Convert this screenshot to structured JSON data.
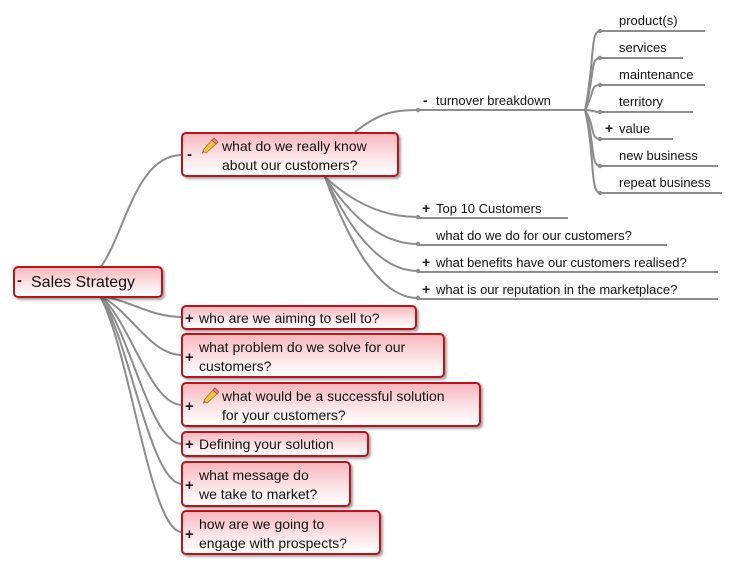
{
  "root": {
    "label": "Sales Strategy",
    "toggle": "-"
  },
  "topics": [
    {
      "id": "customers",
      "label": "what do we really know\nabout our customers?",
      "toggle": "-",
      "icon": "pencil-icon"
    },
    {
      "id": "aiming",
      "label": "who are we aiming to sell to?",
      "toggle": "+"
    },
    {
      "id": "problem",
      "label": "what problem do we solve for our\ncustomers?",
      "toggle": "+"
    },
    {
      "id": "solution",
      "label": "what would be a successful solution\nfor your customers?",
      "toggle": "+",
      "icon": "pencil-icon"
    },
    {
      "id": "defining",
      "label": "Defining your solution",
      "toggle": "+"
    },
    {
      "id": "message",
      "label": "what message do\nwe take to market?",
      "toggle": "+"
    },
    {
      "id": "engage",
      "label": "how are we going to\nengage with prospects?",
      "toggle": "+"
    }
  ],
  "subtopics": [
    {
      "id": "turnover",
      "label": "turnover breakdown",
      "toggle": "-"
    },
    {
      "id": "top10",
      "label": "Top 10 Customers",
      "toggle": "+"
    },
    {
      "id": "whatdo",
      "label": "what do we do for our customers?",
      "toggle": ""
    },
    {
      "id": "benefits",
      "label": "what benefits have our customers realised?",
      "toggle": "+"
    },
    {
      "id": "reputation",
      "label": "what is our reputation in the marketplace?",
      "toggle": "+"
    }
  ],
  "turnover_items": [
    {
      "label": "product(s)",
      "toggle": ""
    },
    {
      "label": "services",
      "toggle": ""
    },
    {
      "label": "maintenance",
      "toggle": ""
    },
    {
      "label": "territory",
      "toggle": ""
    },
    {
      "label": "value",
      "toggle": "+"
    },
    {
      "label": "new business",
      "toggle": ""
    },
    {
      "label": "repeat business",
      "toggle": ""
    }
  ],
  "colors": {
    "border": "#c0101a",
    "fill_top": "#f7b8bd",
    "line": "#8c8c8c"
  }
}
